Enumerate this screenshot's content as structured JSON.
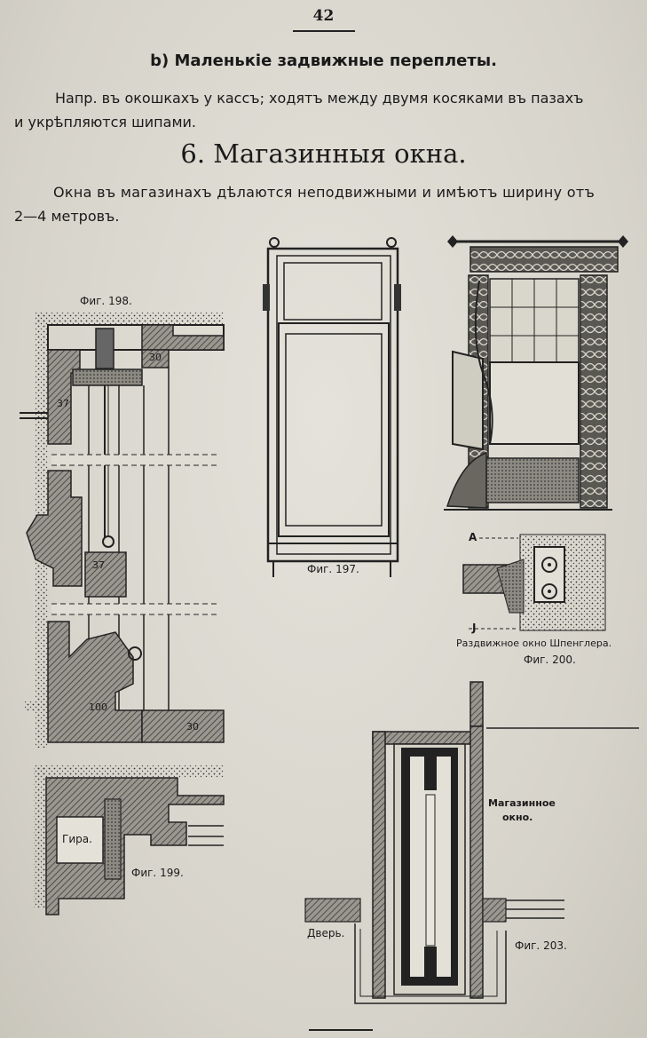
{
  "page": {
    "number": "42",
    "subheading": "b) Маленькiе задвижные переплеты.",
    "paragraph1_line1": "Напр. въ окошкахъ у кассъ; ходятъ между двумя косяками въ пазахъ",
    "paragraph1_line2": "и укрѣпляются шипами.",
    "heading": "6. Магазинныя окна.",
    "paragraph2_line1": "Окна въ магазинахъ дѣлаются неподвижными и имѣютъ ширину отъ",
    "paragraph2_line2": "2—4 метровъ."
  },
  "figures": {
    "fig198": {
      "caption": "Фиг. 198.",
      "labels": [
        "30",
        "37",
        "37",
        "100",
        "30"
      ]
    },
    "fig199": {
      "caption": "Фиг. 199.",
      "label": "Гира."
    },
    "fig197": {
      "caption": "Фиг. 197."
    },
    "fig200": {
      "caption_line1": "Раздвижное окно Шпенглера.",
      "caption_line2": "Фиг. 200.",
      "marker_a": "A",
      "marker_j": "J"
    },
    "fig203": {
      "caption": "Фиг. 203.",
      "label_window_line1": "Магазинное",
      "label_window_line2": "окно.",
      "label_door": "Дверь."
    }
  }
}
